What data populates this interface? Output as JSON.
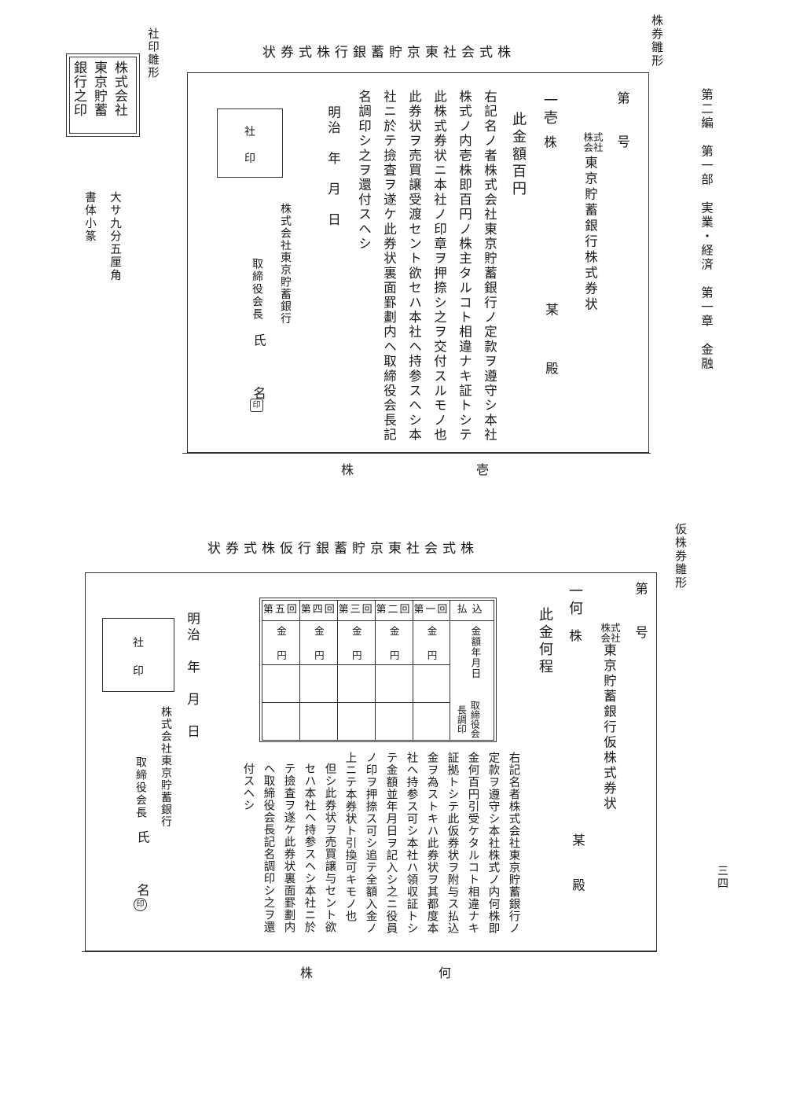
{
  "margin_right": {
    "label_cert": "株券雛形",
    "header": "第二編　第一部　実業・経済　第一章　金融",
    "label_temp": "仮株券雛形",
    "page_number": "三四"
  },
  "seal_specimen": {
    "label": "社印雛形",
    "lines": [
      "株式会社",
      "東京貯蓄",
      "銀行之印"
    ],
    "size_note": "大サ九分五厘角",
    "font_note": "書体小篆"
  },
  "certificate": {
    "title": "株式会社東京貯蓄銀行株式券状",
    "number_label": "第　　号",
    "company_small": "株式\n会社",
    "name": "東京貯蓄銀行株式券状",
    "shares": "一壱",
    "shares_unit": "株",
    "amount": "此金額百円",
    "holder": "某",
    "holder_suffix": "殿",
    "body_lines": [
      "右記名ノ者株式会社東京貯蓄銀行ノ定款ヲ遵守シ本社",
      "株式ノ内壱株即百円ノ株主タルコト相違ナキ証トシテ",
      "此株式券状ニ本社ノ印章ヲ押捺シ之ヲ交付スルモノ也",
      "此券状ヲ売買譲受渡セント欲セハ本社ヘ持参スヘシ本",
      "社ニ於テ撿査ヲ遂ケ此券状裏面罫劃内ヘ取締役会長記",
      "名調印シ之ヲ還付スヘシ"
    ],
    "date": "明治　年　月　日",
    "company": "株式会社東京貯蓄銀行",
    "officer": "取締役会長",
    "officer_name": "氏　　名",
    "seal_mark": "印",
    "stamp_lines": [
      "社",
      "印"
    ],
    "footer_left": "株",
    "footer_right": "壱"
  },
  "temporary": {
    "title": "株式会社東京貯蓄銀行仮株式券状",
    "number_label": "第　　号",
    "company_small": "株式\n会社",
    "name": "東京貯蓄銀行仮株式券状",
    "shares": "一何",
    "shares_unit": "株",
    "amount": "此金何程",
    "holder": "某",
    "holder_suffix": "殿",
    "payment_table": {
      "headers": [
        "払込",
        "第一回",
        "第二回",
        "第三回",
        "第四回",
        "第五回"
      ],
      "first_col": "金額年月日",
      "first_col_officer": "取締役会長調印",
      "cell_kin": "金",
      "cell_en": "円"
    },
    "body_lines": [
      "右記名者株式会社東京貯蓄銀行ノ",
      "定款ヲ遵守シ本社株式ノ内何株即",
      "金何百円引受ケタルコト相違ナキ",
      "証拠トシテ此仮券状ヲ附与ス払込",
      "金ヲ為ストキハ此券状ヲ其都度本",
      "社ヘ持参ス可シ本社ハ領収証トシ",
      "テ金額並年月日ヲ記入シ之ニ役員",
      "ノ印ヲ押捺ス可シ追テ全額入金ノ",
      "上ニテ本券状ト引換可キモノ也",
      "但シ此券状ヲ売買譲与セント欲",
      "セハ本社ヘ持参スヘシ本社ニ於",
      "テ撿査ヲ遂ケ此券状裏面罫劃内",
      "ヘ取締役会長記名調印シ之ヲ還",
      "付スヘシ"
    ],
    "date": "明治　年　月　日",
    "company": "株式会社東京貯蓄銀行",
    "officer": "取締役会長",
    "officer_name": "氏　　名",
    "seal_mark": "印",
    "stamp_lines": [
      "社",
      "印"
    ],
    "footer_left": "株",
    "footer_right": "何"
  }
}
